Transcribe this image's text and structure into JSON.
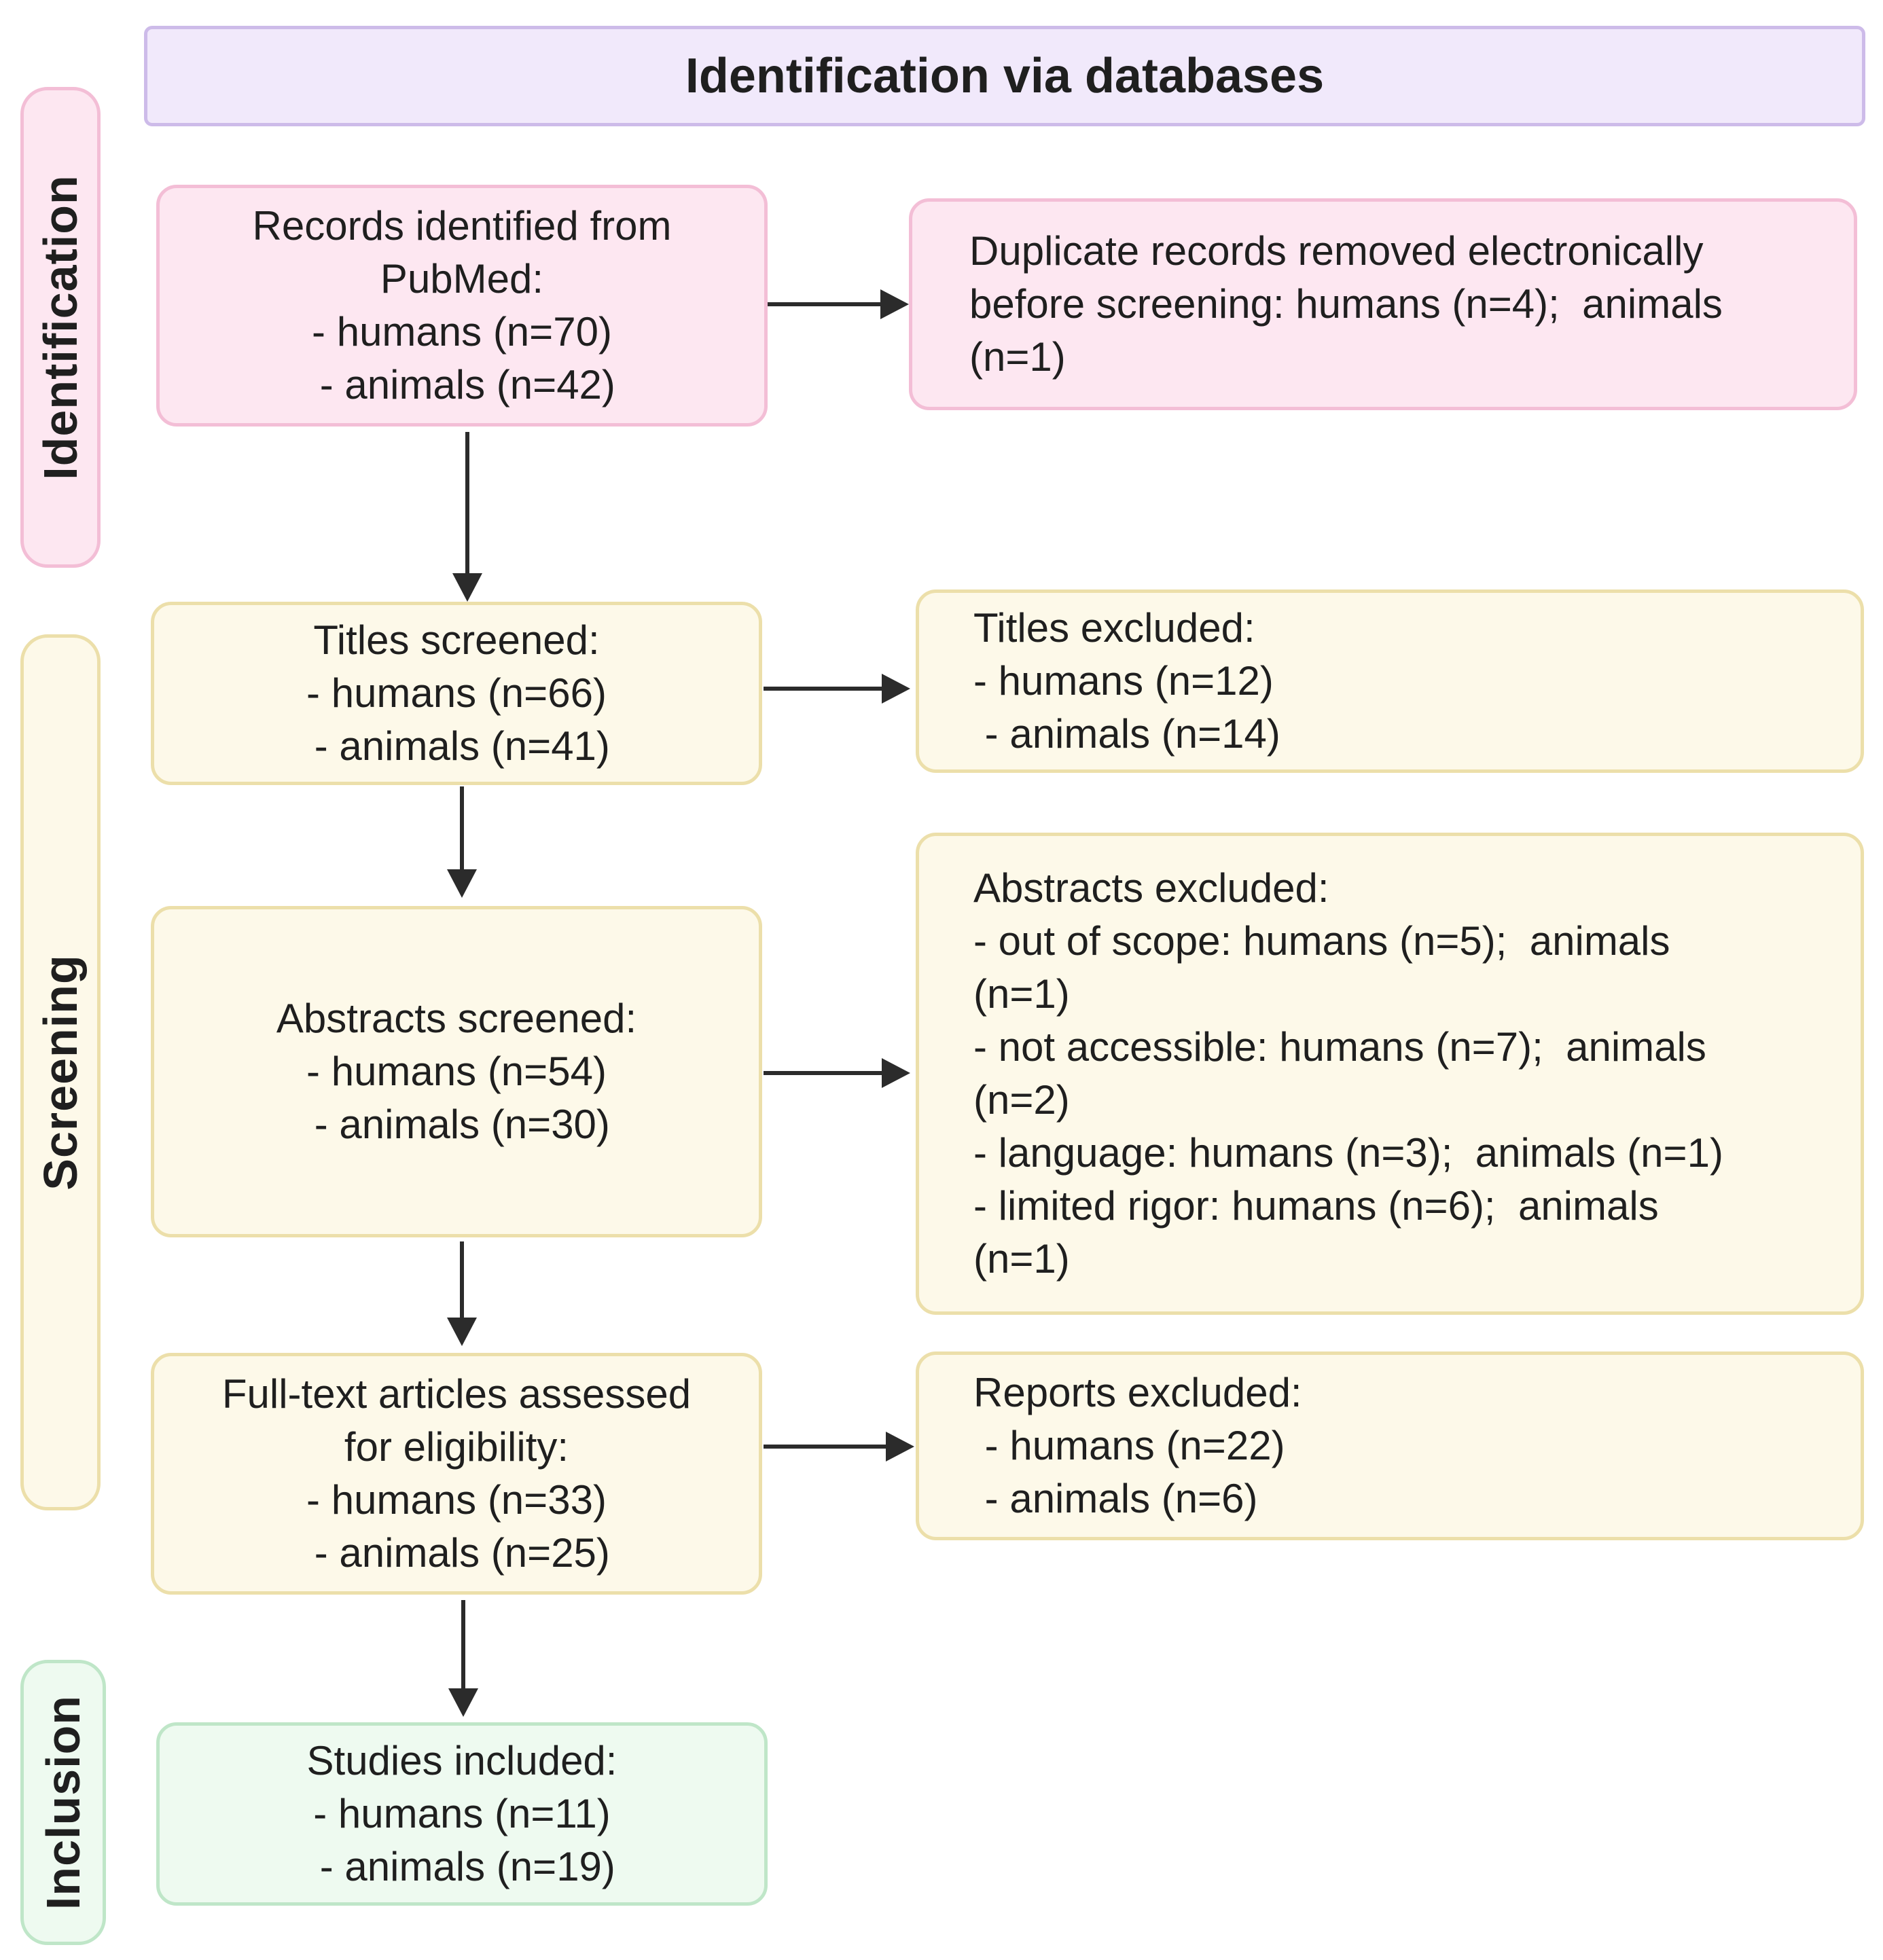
{
  "header": {
    "title": "Identification via databases"
  },
  "stages": {
    "identification": "Identification",
    "screening": "Screening",
    "inclusion": "Inclusion"
  },
  "boxes": {
    "records": "Records identified from\nPubMed:\n- humans (n=70)\n - animals (n=42)",
    "duplicates": "Duplicate records removed electronically\nbefore screening: humans (n=4);  animals\n(n=1)",
    "titles_screened": "Titles screened:\n- humans (n=66)\n - animals (n=41)",
    "titles_excluded": "Titles excluded:\n- humans (n=12)\n - animals (n=14)",
    "abstracts_screened": "Abstracts screened:\n- humans (n=54)\n - animals (n=30)",
    "abstracts_excluded": "Abstracts excluded:\n- out of scope: humans (n=5);  animals\n(n=1)\n- not accessible: humans (n=7);  animals\n(n=2)\n- language: humans (n=3);  animals (n=1)\n- limited rigor: humans (n=6);  animals\n(n=1)",
    "fulltext": "Full-text articles assessed\nfor eligibility:\n- humans (n=33)\n - animals (n=25)",
    "reports_excluded": "Reports excluded:\n - humans (n=22)\n - animals (n=6)",
    "included": "Studies included:\n- humans (n=11)\n - animals (n=19)"
  },
  "colors": {
    "identification": "#fde7f1",
    "screening": "#fdf9e9",
    "inclusion": "#eefaf0",
    "header": "#f1e9fb",
    "arrow": "#2b2b2b"
  }
}
